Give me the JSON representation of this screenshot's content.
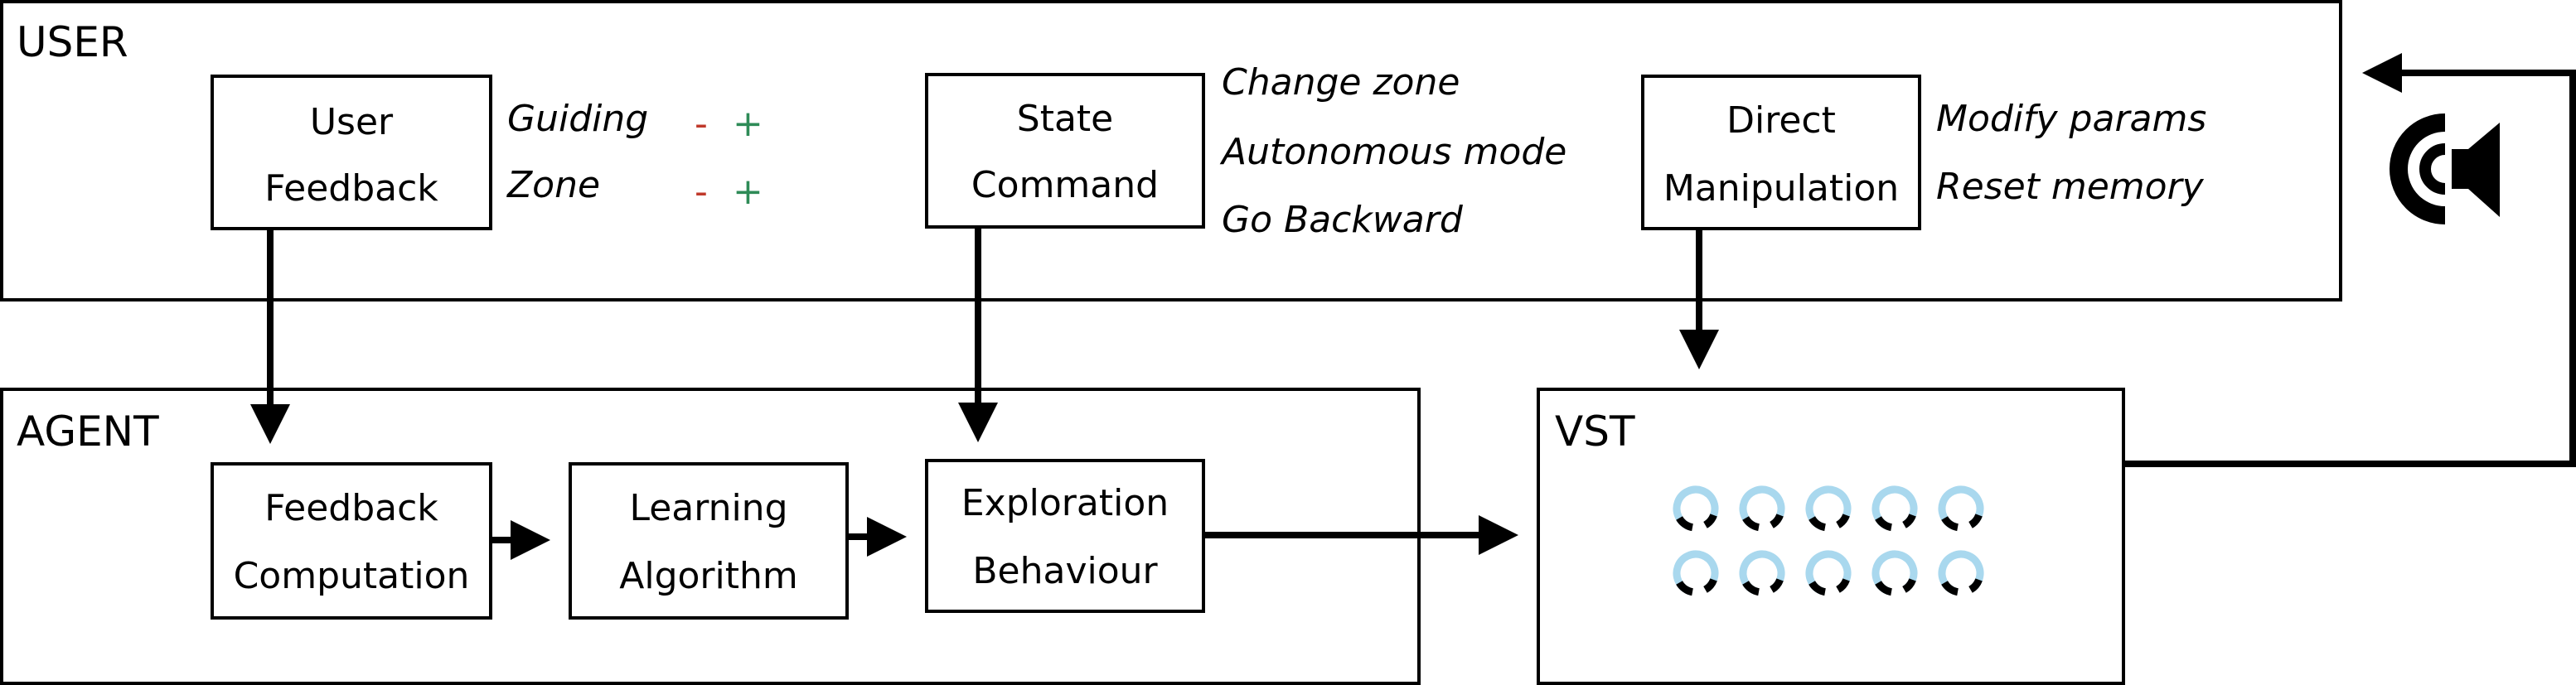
{
  "sections": {
    "user": "USER",
    "agent": "AGENT",
    "vst": "VST"
  },
  "user_boxes": {
    "feedback": {
      "line1": "User",
      "line2": "Feedback"
    },
    "state": {
      "line1": "State",
      "line2": "Command"
    },
    "direct": {
      "line1": "Direct",
      "line2": "Manipulation"
    }
  },
  "feedback_options": [
    {
      "label": "Guiding",
      "minus": "-",
      "plus": "+"
    },
    {
      "label": "Zone",
      "minus": "-",
      "plus": "+"
    }
  ],
  "state_commands": [
    "Change zone",
    "Autonomous mode",
    "Go Backward"
  ],
  "direct_actions": [
    "Modify params",
    "Reset memory"
  ],
  "agent_boxes": {
    "feedback_comp": {
      "line1": "Feedback",
      "line2": "Computation"
    },
    "learning": {
      "line1": "Learning",
      "line2": "Algorithm"
    },
    "exploration": {
      "line1": "Exploration",
      "line2": "Behaviour"
    }
  },
  "vst_knob_count": 10,
  "icons": [
    "speaker-icon",
    "knob-icon"
  ],
  "colors": {
    "minus": "#c0392b",
    "plus": "#2e8b57",
    "knob": "#a9d8ee"
  }
}
